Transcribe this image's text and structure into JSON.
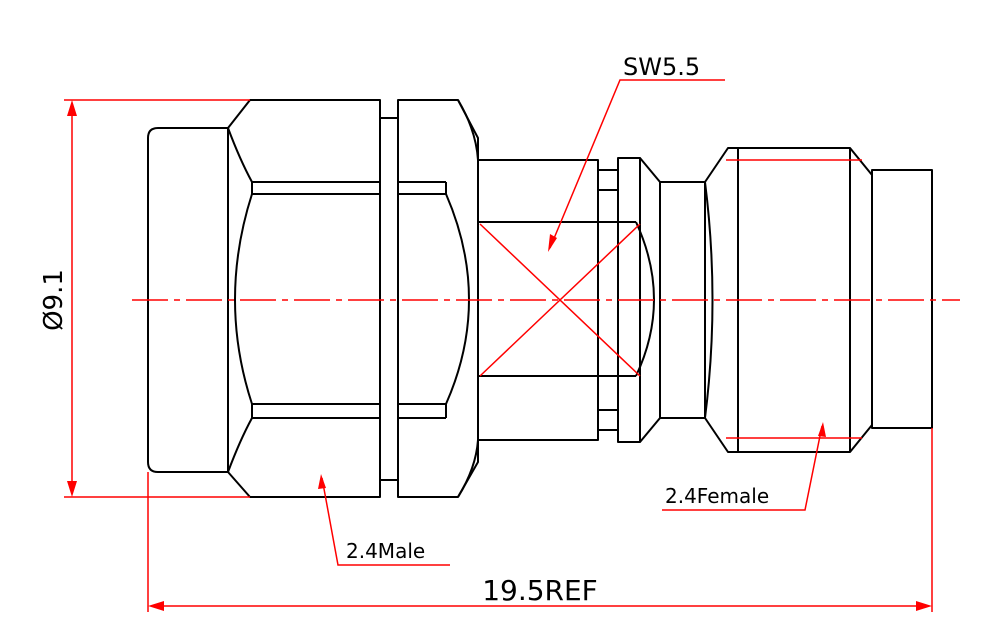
{
  "labels": {
    "diameter": "Ø9.1",
    "wrench_size": "SW5.5",
    "male_end": "2.4Male",
    "female_end": "2.4Female",
    "overall_length": "19.5REF"
  },
  "colors": {
    "outline": "#000000",
    "dimension": "#ff0000",
    "background": "#ffffff"
  }
}
